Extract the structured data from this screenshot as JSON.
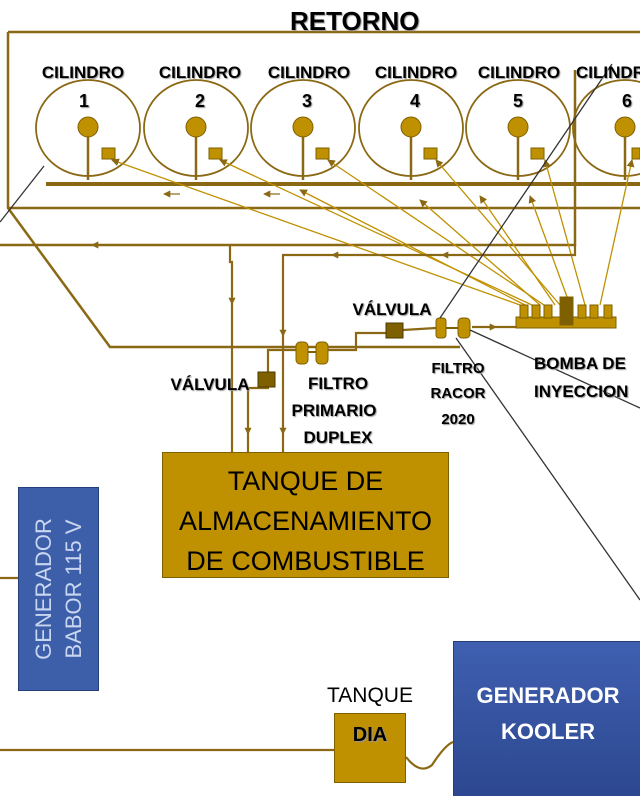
{
  "title": "RETORNO",
  "cylinders": [
    {
      "label": "CILINDRO",
      "number": "1"
    },
    {
      "label": "CILINDRO",
      "number": "2"
    },
    {
      "label": "CILINDRO",
      "number": "3"
    },
    {
      "label": "CILINDRO",
      "number": "4"
    },
    {
      "label": "CILINDRO",
      "number": "5"
    },
    {
      "label": "CILINDRO",
      "number": "6"
    }
  ],
  "valve_top": "VÁLVULA",
  "valve_left": "VÁLVULA",
  "filter_primary": [
    "FILTRO",
    "PRIMARIO",
    "DUPLEX"
  ],
  "filter_racor": [
    "FILTRO",
    "RACOR",
    "2020"
  ],
  "pump": [
    "BOMBA DE",
    "INYECCION"
  ],
  "storage_tank": [
    "TANQUE DE",
    "ALMACENAMIENTO",
    "DE COMBUSTIBLE"
  ],
  "day_tank": {
    "label": "TANQUE",
    "inner": "DIA"
  },
  "gen_babor": [
    "GENERADOR",
    "BABOR 115 V"
  ],
  "gen_kooler": [
    "GENERADOR",
    "KOOLER"
  ],
  "colors": {
    "fuel": "#bf9000",
    "pipe": "#8b6914",
    "generator": "#3d5faa"
  }
}
